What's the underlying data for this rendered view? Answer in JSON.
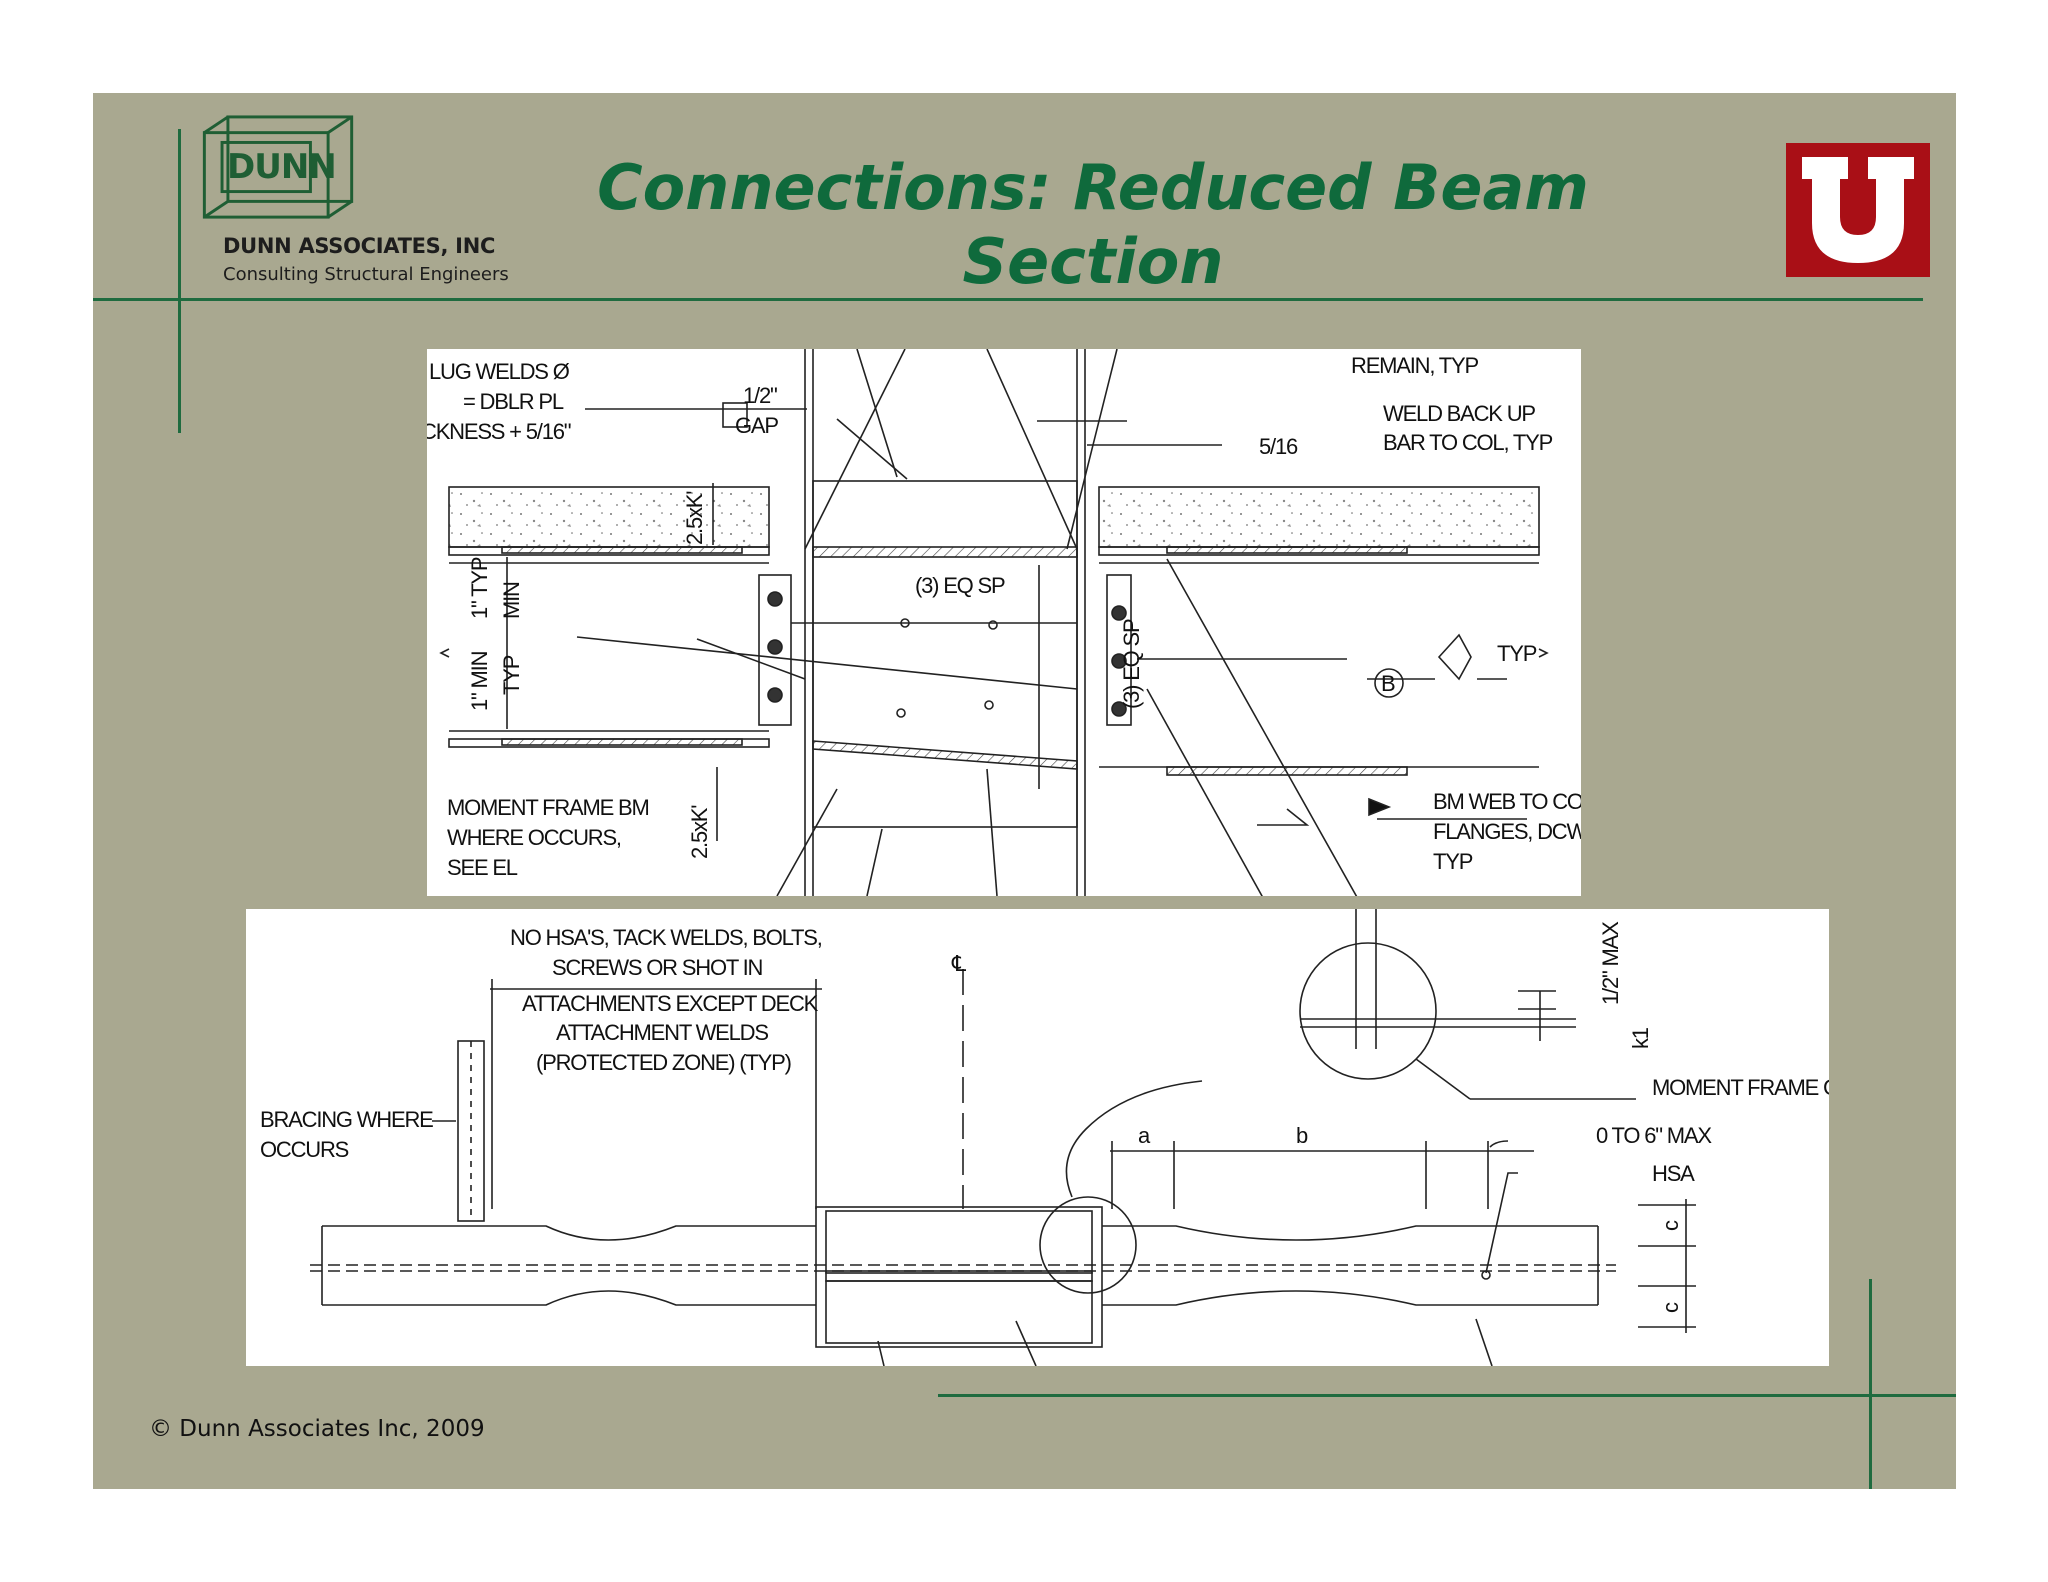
{
  "header": {
    "title_line1": "Connections: Reduced Beam",
    "title_line2": "Section",
    "company_name": "DUNN ASSOCIATES, INC",
    "company_tagline": "Consulting Structural Engineers",
    "logo_text": "DUNN",
    "university_logo": "U"
  },
  "top_detail": {
    "labels": {
      "plug_welds_1": "LUG WELDS Ø",
      "plug_welds_2": "= DBLR PL",
      "plug_welds_3": "CKNESS + 5/16\"",
      "gap_1": "1/2\"",
      "gap_2": "GAP",
      "remain": "REMAIN, TYP",
      "weld_back_1": "WELD BACK UP",
      "weld_back_2": "BAR TO COL, TYP",
      "weld_size": "5/16",
      "k_top": "2.5xK'",
      "k_bottom": "2.5xK'",
      "eq_sp_h": "(3) EQ SP",
      "eq_sp_v": "(3) EQ SP",
      "typ_1": "1\" TYP",
      "min_1": "MIN",
      "min_2": "1\" MIN",
      "typ_2": "TYP",
      "detail_b": "B",
      "typ_weld": "TYP",
      "moment_frame_1": "MOMENT FRAME BM",
      "moment_frame_2": "WHERE OCCURS,",
      "moment_frame_3": "SEE EL",
      "bm_web_1": "BM WEB TO COL",
      "bm_web_2": "FLANGES, DCW,",
      "bm_web_3": "TYP"
    }
  },
  "bottom_detail": {
    "labels": {
      "no_hsa_1": "NO HSA'S, TACK WELDS, BOLTS,",
      "no_hsa_2": "SCREWS OR SHOT IN",
      "no_hsa_3": "ATTACHMENTS EXCEPT DECK",
      "no_hsa_4": "ATTACHMENT WELDS",
      "no_hsa_5": "(PROTECTED ZONE) (TYP)",
      "bracing_1": "BRACING WHERE",
      "bracing_2": "OCCURS",
      "centerline": "℄",
      "half_inch_max": "1/2\" MAX",
      "k1": "k1",
      "moment_frame_col": "MOMENT FRAME COL",
      "dim_a": "a",
      "dim_b": "b",
      "zero_to_six": "0 TO 6\" MAX",
      "hsa": "HSA",
      "dim_c_top": "c",
      "dim_c_bottom": "c"
    }
  },
  "footer": {
    "copyright": "© Dunn Associates Inc, 2009"
  }
}
